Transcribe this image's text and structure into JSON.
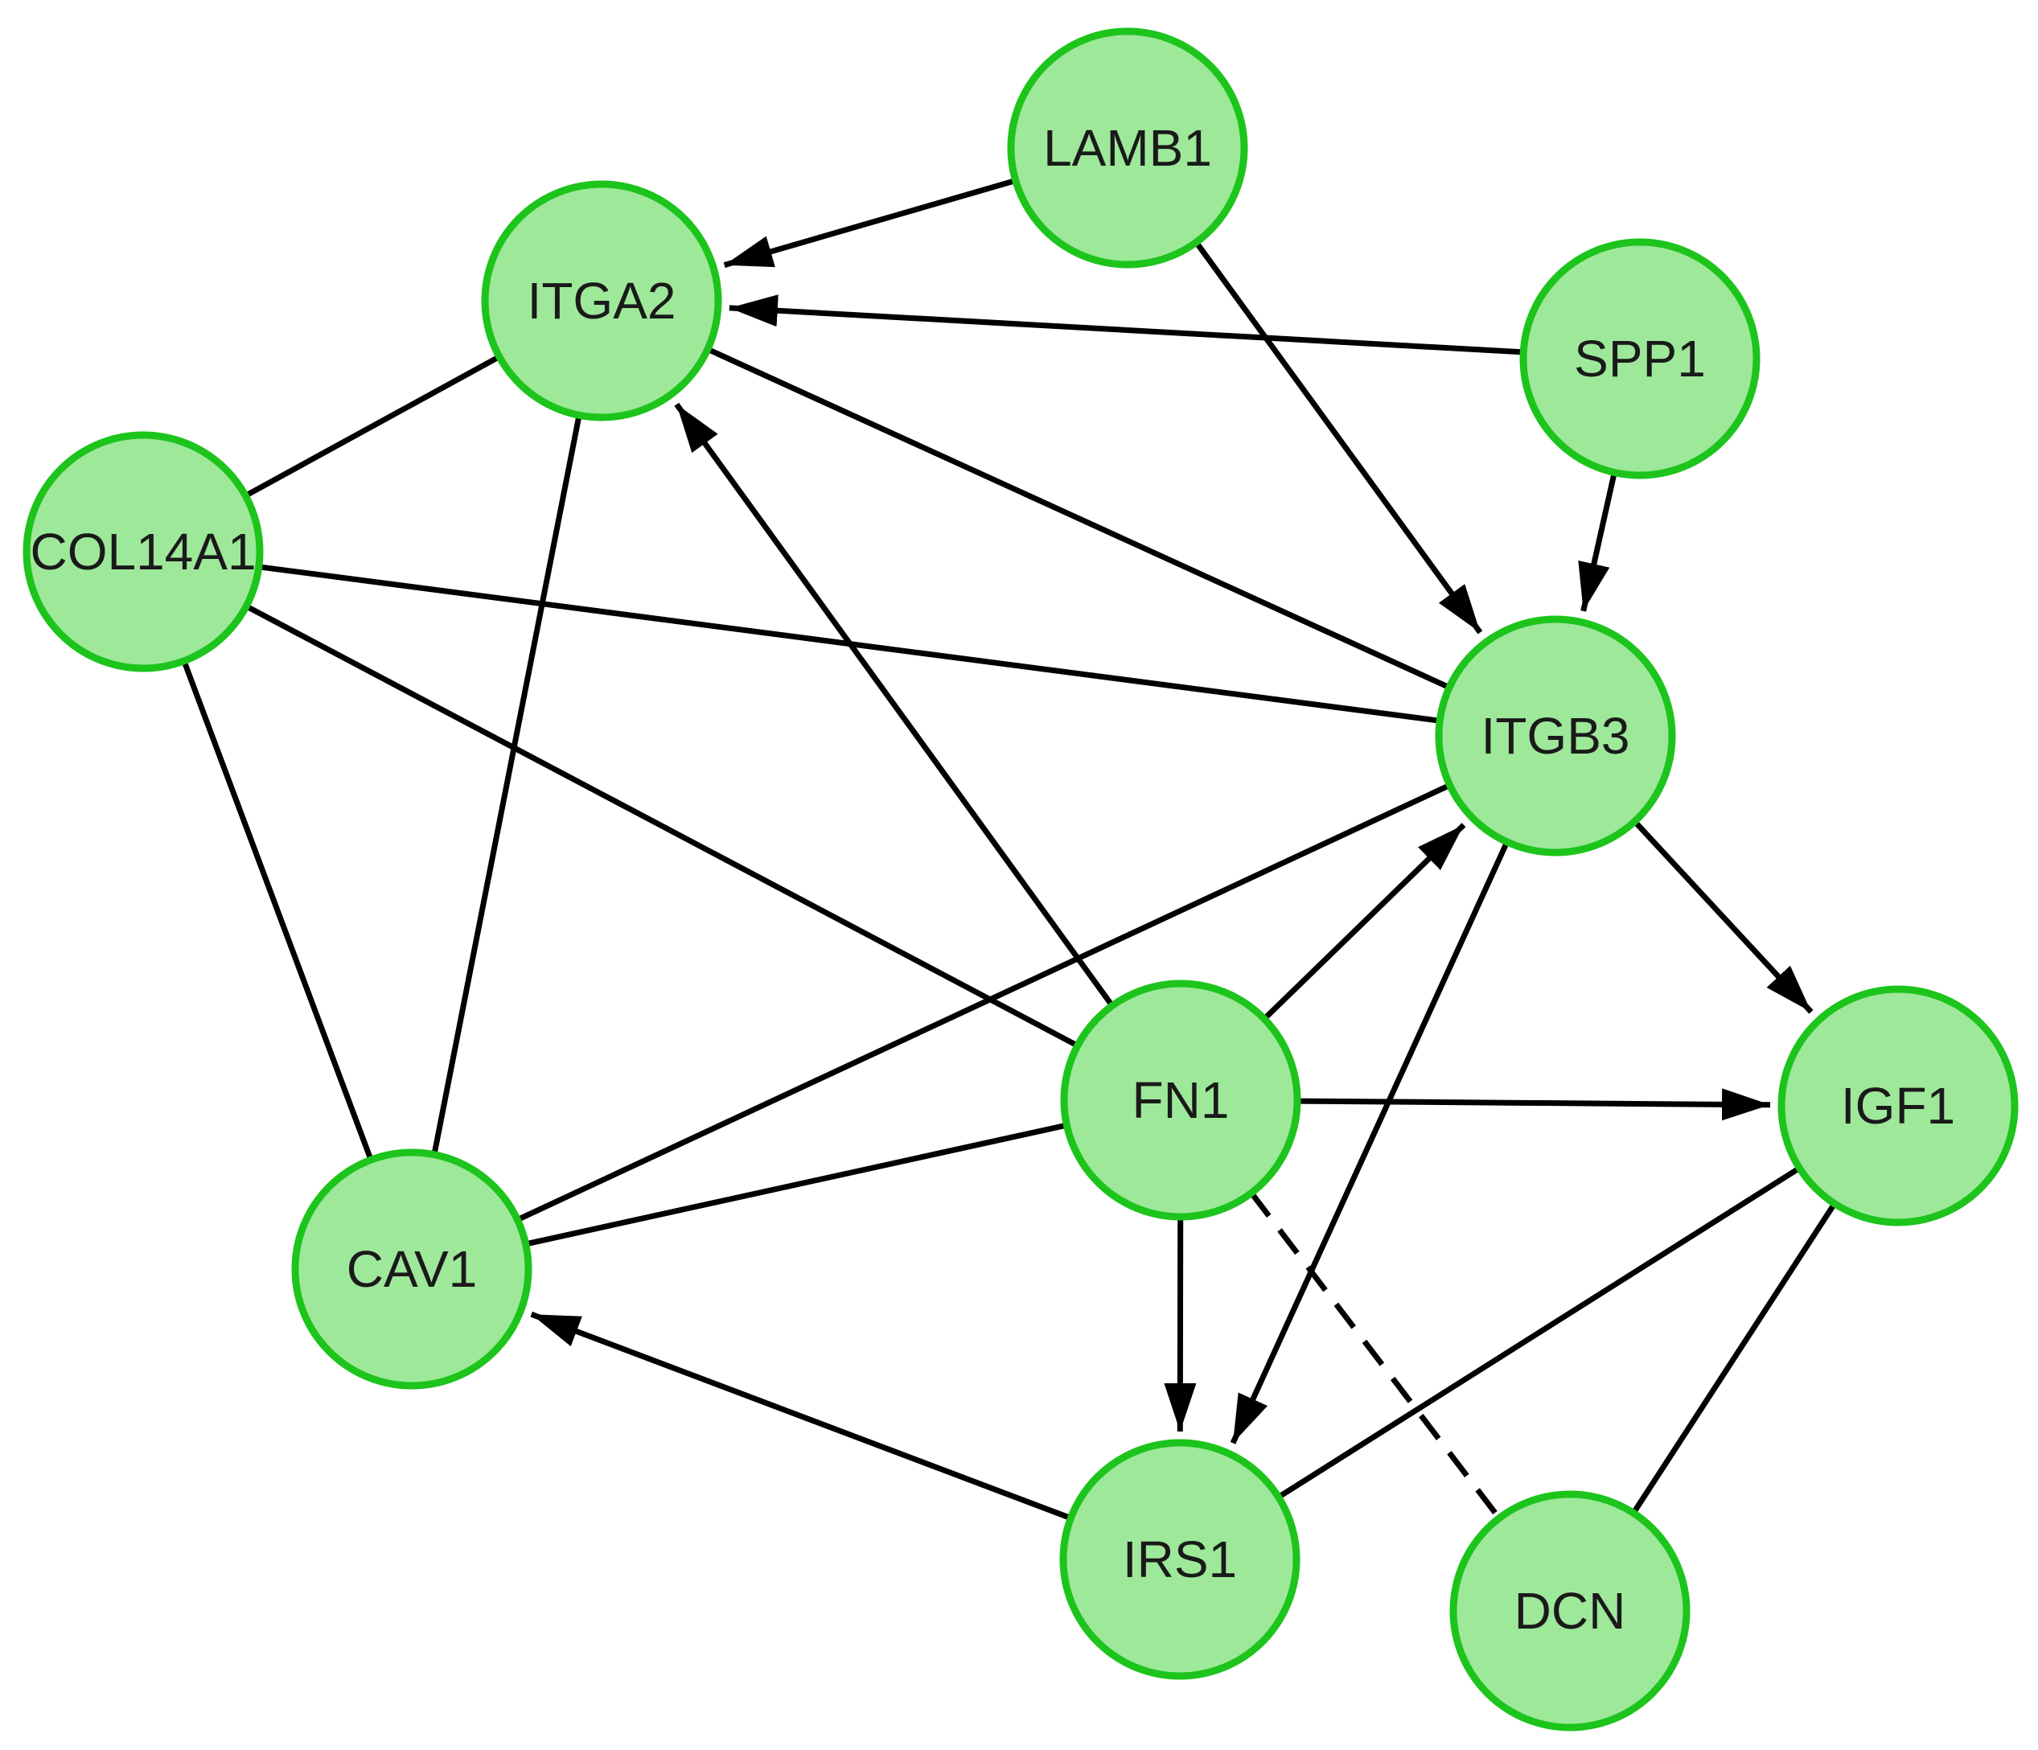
{
  "colors": {
    "node_fill": "#9ee89a",
    "node_stroke": "#1cc41c",
    "edge": "#000000"
  },
  "nodes": [
    {
      "id": "LAMB1",
      "label": "LAMB1"
    },
    {
      "id": "ITGA2",
      "label": "ITGA2"
    },
    {
      "id": "SPP1",
      "label": "SPP1"
    },
    {
      "id": "COL14A1",
      "label": "COL14A1"
    },
    {
      "id": "ITGB3",
      "label": "ITGB3"
    },
    {
      "id": "FN1",
      "label": "FN1"
    },
    {
      "id": "IGF1",
      "label": "IGF1"
    },
    {
      "id": "CAV1",
      "label": "CAV1"
    },
    {
      "id": "IRS1",
      "label": "IRS1"
    },
    {
      "id": "DCN",
      "label": "DCN"
    }
  ],
  "edges": [
    {
      "source": "LAMB1",
      "target": "ITGA2",
      "directed": true,
      "style": "solid"
    },
    {
      "source": "LAMB1",
      "target": "ITGB3",
      "directed": true,
      "style": "solid"
    },
    {
      "source": "SPP1",
      "target": "ITGA2",
      "directed": true,
      "style": "solid"
    },
    {
      "source": "SPP1",
      "target": "ITGB3",
      "directed": true,
      "style": "solid"
    },
    {
      "source": "ITGA2",
      "target": "COL14A1",
      "directed": false,
      "style": "solid"
    },
    {
      "source": "ITGA2",
      "target": "ITGB3",
      "directed": false,
      "style": "solid"
    },
    {
      "source": "ITGA2",
      "target": "CAV1",
      "directed": false,
      "style": "solid"
    },
    {
      "source": "FN1",
      "target": "ITGA2",
      "directed": true,
      "style": "solid"
    },
    {
      "source": "COL14A1",
      "target": "ITGB3",
      "directed": false,
      "style": "solid"
    },
    {
      "source": "COL14A1",
      "target": "FN1",
      "directed": false,
      "style": "solid"
    },
    {
      "source": "COL14A1",
      "target": "CAV1",
      "directed": false,
      "style": "solid"
    },
    {
      "source": "ITGB3",
      "target": "CAV1",
      "directed": false,
      "style": "solid"
    },
    {
      "source": "ITGB3",
      "target": "IGF1",
      "directed": true,
      "style": "solid"
    },
    {
      "source": "ITGB3",
      "target": "IRS1",
      "directed": true,
      "style": "solid"
    },
    {
      "source": "FN1",
      "target": "ITGB3",
      "directed": true,
      "style": "solid"
    },
    {
      "source": "FN1",
      "target": "IGF1",
      "directed": true,
      "style": "solid"
    },
    {
      "source": "FN1",
      "target": "IRS1",
      "directed": true,
      "style": "solid"
    },
    {
      "source": "FN1",
      "target": "CAV1",
      "directed": false,
      "style": "solid"
    },
    {
      "source": "FN1",
      "target": "DCN",
      "directed": false,
      "style": "dashed"
    },
    {
      "source": "IRS1",
      "target": "CAV1",
      "directed": true,
      "style": "solid"
    },
    {
      "source": "IRS1",
      "target": "IGF1",
      "directed": false,
      "style": "solid"
    },
    {
      "source": "IGF1",
      "target": "DCN",
      "directed": false,
      "style": "solid"
    }
  ]
}
